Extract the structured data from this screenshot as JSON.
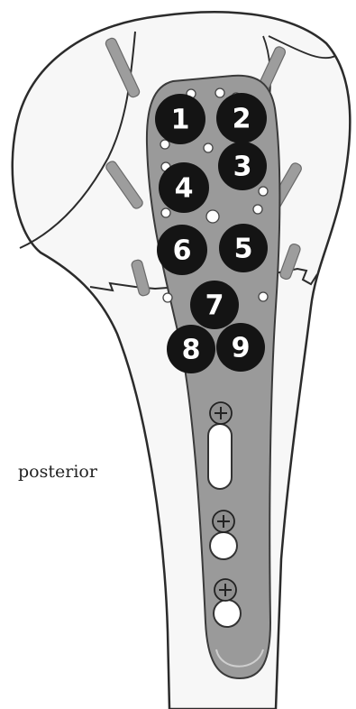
{
  "diagram": {
    "side_label": "posterior",
    "screw_numbers": [
      "1",
      "2",
      "3",
      "4",
      "5",
      "6",
      "7",
      "8",
      "9"
    ],
    "colors": {
      "bone_fill": "#f7f7f7",
      "bone_outline": "#2b2b2b",
      "plate_fill": "#9a9a9a",
      "plate_outline": "#3a3a3a",
      "marker_fill": "#141414",
      "marker_text": "#ffffff",
      "screw_fill": "#8f8f8f"
    }
  }
}
